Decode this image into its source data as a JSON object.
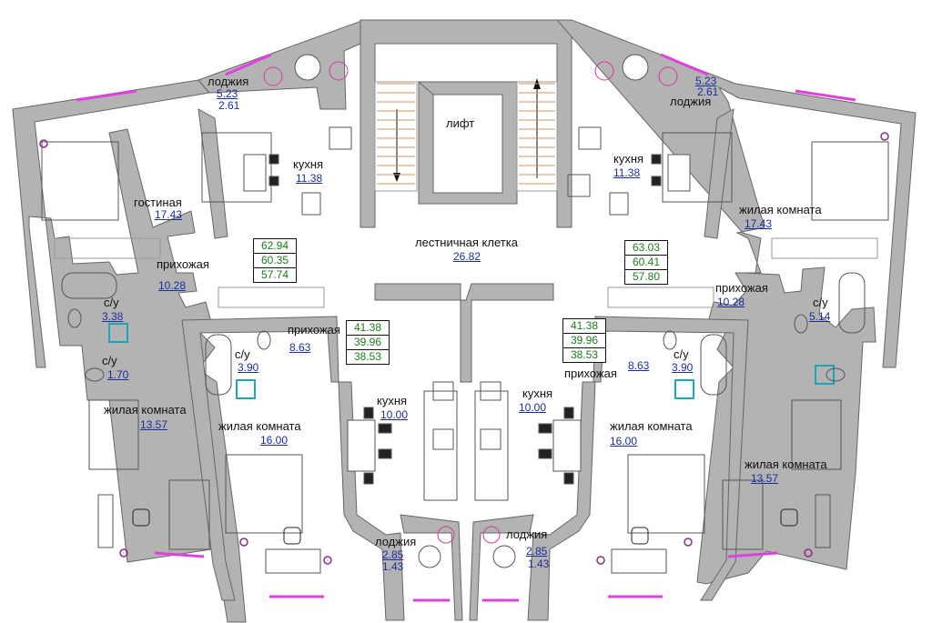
{
  "colors": {
    "wall": "#b3b3b3",
    "wall_stroke": "#666666",
    "window": "#e040e0",
    "furniture": "#555555",
    "area_text": "#1a2f9c",
    "total_text": "#1b7d1b",
    "accent_cyan": "#1aa6b7"
  },
  "stair": {
    "lift": "лифт",
    "landing": "лестничная клетка",
    "landing_area": "26.82"
  },
  "apartments": {
    "top_left": {
      "totals": [
        "62.94",
        "60.35",
        "57.74"
      ],
      "rooms": {
        "loggia": {
          "name": "лоджия",
          "area1": "5.23",
          "area2": "2.61"
        },
        "kitchen": {
          "name": "кухня",
          "area": "11.38"
        },
        "living": {
          "name": "гостиная",
          "area": "17.43"
        },
        "hall": {
          "name": "прихожая",
          "area": "10.28"
        },
        "bath": {
          "name": "с/у",
          "area": "3.38"
        }
      }
    },
    "top_right": {
      "totals": [
        "63.03",
        "60.41",
        "57.80"
      ],
      "rooms": {
        "loggia": {
          "name": "лоджия",
          "area1": "5.23",
          "area2": "2.61"
        },
        "kitchen": {
          "name": "кухня",
          "area": "11.38"
        },
        "living": {
          "name": "жилая комната",
          "area": "17.43"
        },
        "hall": {
          "name": "прихожая",
          "area": "10.28"
        },
        "bath": {
          "name": "с/у",
          "area": "5.14"
        }
      }
    },
    "bottom_left": {
      "totals": [
        "41.38",
        "39.96",
        "38.53"
      ],
      "rooms": {
        "hall": {
          "name": "прихожая",
          "area": "8.63"
        },
        "bath_small": {
          "name": "с/у",
          "area": "1.70"
        },
        "bath": {
          "name": "с/у",
          "area": "3.90"
        },
        "room_outer": {
          "name": "жилая комната",
          "area": "13.57"
        },
        "room": {
          "name": "жилая комната",
          "area": "16.00"
        },
        "kitchen": {
          "name": "кухня",
          "area": "10.00"
        },
        "loggia": {
          "name": "лоджия",
          "area1": "2.85",
          "area2": "1.43"
        }
      }
    },
    "bottom_right": {
      "totals": [
        "41.38",
        "39.96",
        "38.53"
      ],
      "rooms": {
        "hall": {
          "name": "прихожая",
          "area": "8.63"
        },
        "bath": {
          "name": "с/у",
          "area": "3.90"
        },
        "room_outer": {
          "name": "жилая комната",
          "area": "13.57"
        },
        "room": {
          "name": "жилая комната",
          "area": "16.00"
        },
        "kitchen": {
          "name": "кухня",
          "area": "10.00"
        },
        "loggia": {
          "name": "лоджия",
          "area1": "2.85",
          "area2": "1.43"
        }
      }
    }
  }
}
